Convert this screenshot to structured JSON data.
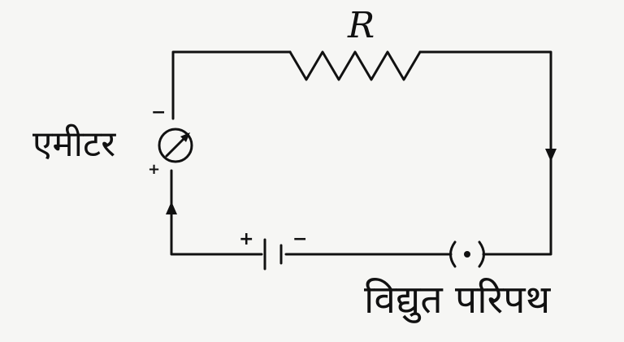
{
  "diagram": {
    "resistor_label": "R",
    "ammeter_label": "एमीटर",
    "circuit_label": "विद्युत परिपथ",
    "ammeter_minus": "−",
    "ammeter_plus": "+",
    "battery_plus": "+",
    "battery_minus": "−"
  },
  "colors": {
    "line": "#111111",
    "background": "#f6f6f4"
  }
}
